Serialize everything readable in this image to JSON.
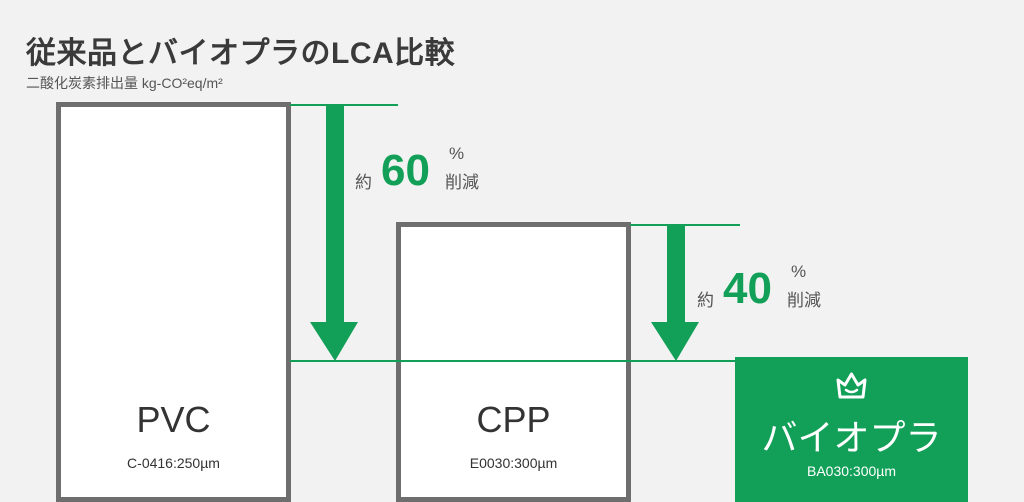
{
  "title": "従来品とバイオプラのLCA比較",
  "subtitle": "二酸化炭素排出量 kg-CO²eq/m²",
  "products": [
    {
      "name": "PVC",
      "spec": "C-0416:250µm"
    },
    {
      "name": "CPP",
      "spec": "E0030:300µm"
    },
    {
      "name": "バイオプラ",
      "spec": "BA030:300µm",
      "icon": "crown-icon"
    }
  ],
  "reductions": [
    {
      "prefix": "約",
      "value": "60",
      "unit": "%",
      "suffix": "削減"
    },
    {
      "prefix": "約",
      "value": "40",
      "unit": "%",
      "suffix": "削減"
    }
  ],
  "colors": {
    "accent": "#12a058",
    "border": "#6e6e6e",
    "background": "#f2f2f2"
  }
}
